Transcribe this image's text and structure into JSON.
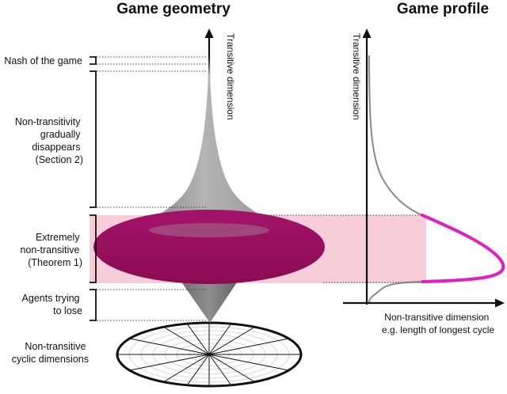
{
  "titles": {
    "left": "Game geometry",
    "right": "Game profile"
  },
  "left_panel": {
    "axis_label": "Transitive dimension",
    "labels": {
      "nash": "Nash of the game",
      "gradual": [
        "Non-transitivity",
        "gradually",
        "disappears",
        "(Section 2)"
      ],
      "extreme": [
        "Extremely",
        "non-transitive",
        "(Theorem 1)"
      ],
      "agents": [
        "Agents trying",
        "to lose"
      ],
      "cyclic": [
        "Non-transitive",
        "cyclic dimensions"
      ]
    }
  },
  "right_panel": {
    "y_axis_label": "Transitive dimension",
    "x_axis_label": [
      "Non-transitive dimension",
      "e.g. length of longest cycle"
    ]
  },
  "colors": {
    "spinning_top_gray": "#a9a9a9",
    "spinning_top_magenta": "#9c1060",
    "highlight_band": "#f6cdd8",
    "profile_curve_gray": "#8a8a8a",
    "profile_curve_magenta": "#e020c0"
  }
}
